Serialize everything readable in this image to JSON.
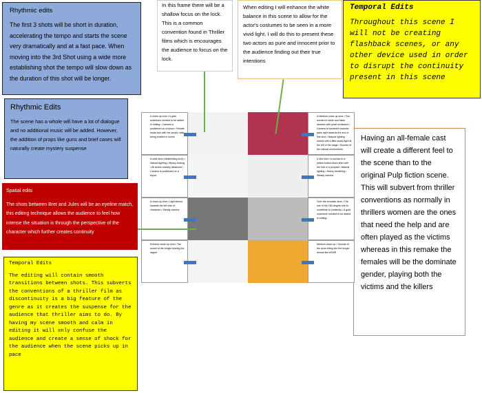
{
  "rhythmic_1": {
    "title": "Rhythmic edits",
    "body": "The first 3 shots will be short in duration, accelerating the tempo and starts the scene very dramatically and at a fast pace. When moving into the 3rd Shot using a wide more establishing shot the tempo will slow down as the duration of this shot will be longer."
  },
  "rhythmic_2": {
    "title": "Rhythmic Edits",
    "body": "The scene has a whole will have a lot of dialogue and no additional music will be added. However, the addition of props like guns and brief cases will naturally create mystery suspense"
  },
  "spatial": {
    "title": "Spatial edits",
    "body": "The shots between Bret and Jules will be an eyeline match, this editing technique allows the audience to feel how intense the situation is through the perspective of the character which further creates continuity"
  },
  "temporal_left": {
    "title": "Temporal Edits",
    "body": "The editing will contain smooth transitions between shots. This subverts the conventions of a thriller film as discontinuity is a big feature of the genre as it creates the suspense for the audience that thriller aims to do. By having my scene smooth and calm in editing it will only confuse the audience and create a sense of shock for the audience when the scene picks up in pace"
  },
  "focus_note": "In this frame there will be a shallow focus on the lock. This is a common convention found in Thriller films which is encourages the audience to focus on the lock.",
  "white_balance_note": "When editing I will enhance the white balance in this scene to allow for the actor's costumes to be seen in a more vivid light. I will do this to present these two actors as pure and innocent prior to the audience finding out their true intentions",
  "temporal_right": {
    "title": "Temporal Edits",
    "body": "Throughout this scene I will not be creating flashback scenes, or any other device used in order to disrupt the continuity present in this scene"
  },
  "female_cast_note": "Having an all-female cast will create a different feel to the scene than to the original Pulp fiction scene. This will subvert from thriller conventions as normally in thrillers women are the ones that need the help and are often played as the victims whereas in this remake the females will be the dominate gender, playing both the victims and the killers",
  "storyboard": [
    {
      "notes": "A close-up shot • A gold undertone needed to be added in editing • Camera is positioned on a tripod • Female holds lock with her acrylic nails being evident in scene",
      "side": "left"
    },
    {
      "notes": "A Medium close-up shot • Two women in white and black dresses with pearl necklaces • Camera is handheld however pans right towards the end of this shot • Natural lighting mainly with a little studio light at the left of the stage • Sounds of the natural environment",
      "side": "right"
    },
    {
      "notes": "A wide shot (establishing shot) • Natural lighting • Messy looking • All actors socially distanced • Camera is positioned on a tripod",
      "side": "left"
    },
    {
      "notes": "A Mid shot • A woman in a yellow button-down shirt with her hair in a ponytail • Natural lighting • Heavy breathing • Steady camera",
      "side": "right"
    },
    {
      "notes": "A close-up shot • Light shines towards the left side of character • Steady camera",
      "side": "left"
    },
    {
      "notes": "Over the shoulder shot • The use of the 180-degree rule to contribute to continuity • A gold undertone needed to be added in editing",
      "side": "right"
    },
    {
      "notes": "Extreme close-up shot • The sound of the burger leaving the rapper",
      "side": "left"
    },
    {
      "notes": "Medium close-up • Sounds of the actor biting into the burger almost like ASMR",
      "side": "right"
    }
  ]
}
